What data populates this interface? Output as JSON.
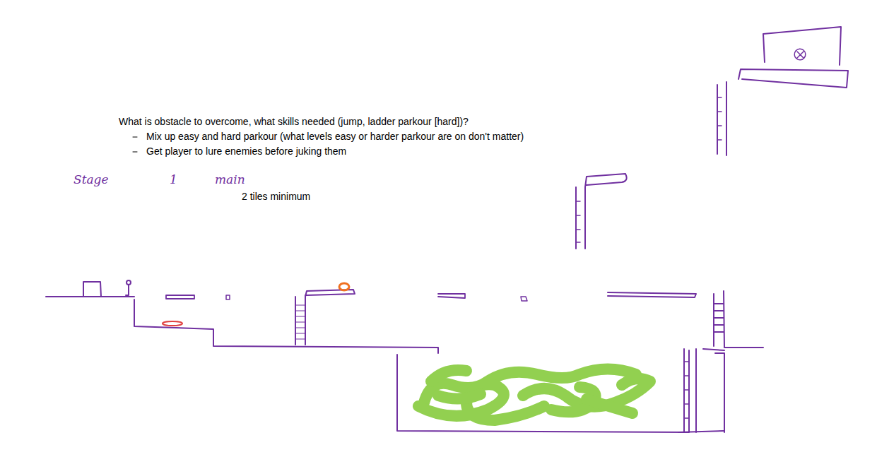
{
  "diagram": {
    "labels": [
      "What is obstacle to overcome, what skills needed (jump, ladder parkour [hard])?",
      "Mix up easy and hard parkour (what levels easy or harder parkour are on don't matter)",
      "Get player to lure enemies before juking them",
      "Stage",
      "1",
      "main",
      "2 tiles minimum"
    ]
  }
}
